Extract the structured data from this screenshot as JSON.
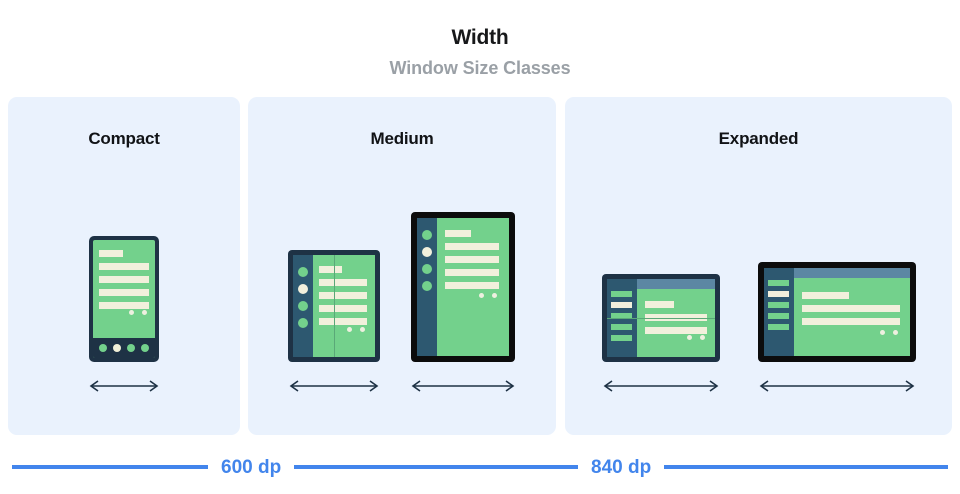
{
  "header": {
    "title": "Width",
    "subtitle": "Window Size Classes"
  },
  "panels": [
    {
      "key": "compact",
      "title": "Compact",
      "devices": [
        {
          "name": "phone",
          "arrow_label": "width-arrow"
        }
      ]
    },
    {
      "key": "medium",
      "title": "Medium",
      "devices": [
        {
          "name": "foldable-portrait",
          "arrow_label": "width-arrow"
        },
        {
          "name": "tablet-portrait",
          "arrow_label": "width-arrow"
        }
      ]
    },
    {
      "key": "expanded",
      "title": "Expanded",
      "devices": [
        {
          "name": "foldable-landscape",
          "arrow_label": "width-arrow"
        },
        {
          "name": "tablet-landscape",
          "arrow_label": "width-arrow"
        }
      ]
    }
  ],
  "scale": {
    "breakpoints": [
      {
        "value": "600 dp"
      },
      {
        "value": "840 dp"
      }
    ]
  },
  "colors": {
    "panel_background": "#eaf2fd",
    "page_background": "#ffffff",
    "title_text": "#17181a",
    "subtitle_text": "#9aa0a6",
    "accent_blue": "#4285ec",
    "screen_green": "#73d18c",
    "content_cream": "#f2f0dc",
    "bezel_navy": "#1e3245",
    "bezel_black": "#0c0c0c",
    "sidebar_slate": "#2d5870",
    "appbar_blue_gray": "#5c87a3"
  }
}
